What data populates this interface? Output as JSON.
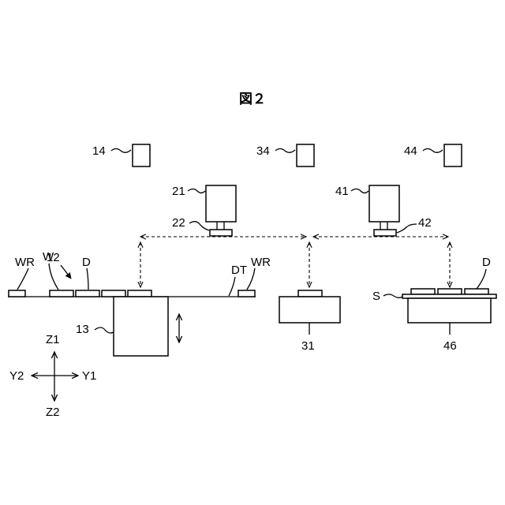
{
  "title": "図２",
  "labels": {
    "l14": "14",
    "l34": "34",
    "l44": "44",
    "l21": "21",
    "l22": "22",
    "l41": "41",
    "l42": "42",
    "l12": "12",
    "lW": "W",
    "lD1": "D",
    "lWR1": "WR",
    "lWR2": "WR",
    "lDT": "DT",
    "l13": "13",
    "l31": "31",
    "l46": "46",
    "lS": "S",
    "lD2": "D"
  },
  "axes": {
    "z1": "Z1",
    "z2": "Z2",
    "y1": "Y1",
    "y2": "Y2"
  }
}
